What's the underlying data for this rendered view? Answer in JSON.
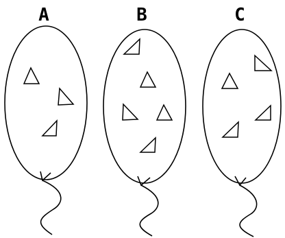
{
  "balloons": [
    {
      "label": "A",
      "triangle_count": 3
    },
    {
      "label": "B",
      "triangle_count": 5
    },
    {
      "label": "C",
      "triangle_count": 4
    }
  ],
  "colors": {
    "background": "#ffffff",
    "stroke": "#000000"
  }
}
